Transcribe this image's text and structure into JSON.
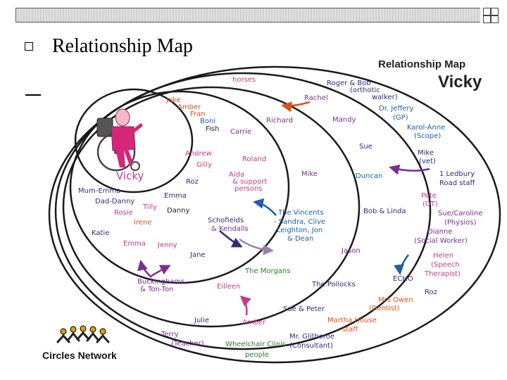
{
  "slide": {
    "title": "Relationship Map"
  },
  "diagram": {
    "title": "Relationship Map",
    "name": "Vicky",
    "logo_text": "Circles Network",
    "colors": {
      "orange": "#d9531f",
      "purple": "#7a2f8f",
      "blue": "#1f5fa8",
      "green": "#2a7d2a",
      "pink": "#c43a8a",
      "ring": "#1a1a1a"
    },
    "labels": {
      "horses": "horses",
      "roger_bob": "Roger & Bob",
      "orthotic": "(orthotic",
      "walker": "walker)",
      "rachel": "Rachel",
      "jake": "Jake",
      "amber1": "Amber",
      "fran": "Fran",
      "boni": "Boni",
      "fish": "Fish",
      "carrie": "Carrie",
      "richard": "Richard",
      "mandy": "Mandy",
      "dr_jeffery": "Dr. Jeffery",
      "gp": "(GP)",
      "karol_anne": "Karol-Anne",
      "scope": "(Scope)",
      "sue": "Sue",
      "mike_vet": "Mike",
      "vet": "(vet)",
      "andrew": "Andrew",
      "gilly": "Gilly",
      "roland": "Roland",
      "vicky": "Vicky",
      "aida": "Aida",
      "support1": "& support",
      "support2": "persons",
      "mike": "Mike",
      "duncan": "Duncan",
      "ledbury1": "1 Ledbury",
      "ledbury2": "Road staff",
      "mum_emma": "Mum-Emma",
      "roz_inner": "Roz",
      "emma_inner": "Emma",
      "dad_danny": "Dad-Danny",
      "tilly": "Tilly",
      "pete": "Pete",
      "ot": "(OT)",
      "rosie": "Rosie",
      "danny": "Danny",
      "schofields": "Schofields",
      "kendalls": "& Kendalls",
      "vincents1": "The Vincents",
      "vincents2": "- Sandra, Clive",
      "vincents3": "Leighton, Jon",
      "vincents4": "& Dean",
      "bob_linda": "Bob & Linda",
      "sue_caroline": "Sue/Caroline",
      "physios": "(Physios)",
      "irene": "Irene",
      "katie": "Katie",
      "dianne": "Dianne",
      "social_worker": "(Social Worker)",
      "emma_outer": "Emma",
      "jenny": "Jenny",
      "jane": "Jane",
      "jason": "Jason",
      "helen": "Helen",
      "speech1": "(Speech",
      "speech2": "Therapist)",
      "the_morgans": "The Morgans",
      "echo": "ECHO",
      "buckinghams": "Buckinghams",
      "ton_ton": "& Ton-Ton",
      "eilleen": "Eilleen",
      "the_pollocks": "The Pollocks",
      "roz_outer": "Roz",
      "mrs_owen": "Mrs Owen",
      "dentist": "(Dentist)",
      "sue_peter": "Sue & Peter",
      "julie": "Julie",
      "amber2": "Amber",
      "martha1": "Martha House",
      "martha2": "staff",
      "terry": "Terry",
      "teacher": "(Teacher)",
      "glitheroe": "Mr. Glitheroe",
      "consultant": "(Consultant)",
      "wheelchair1": "Wheelchair Clinic",
      "wheelchair2": "people"
    }
  }
}
